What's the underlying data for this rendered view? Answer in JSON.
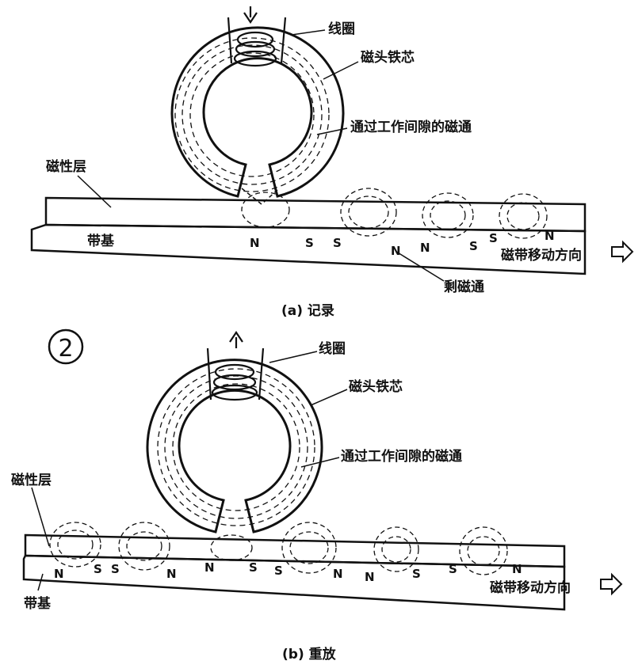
{
  "figure_number": "2",
  "panel_a": {
    "caption": "(a) 记录",
    "labels": {
      "coil": "线圈",
      "head_core": "磁头铁芯",
      "gap_flux": "通过工作间隙的磁通",
      "magnetic_layer": "磁性层",
      "tape_base": "带基",
      "direction": "磁带移动方向",
      "remanent_flux": "剩磁通"
    },
    "poles": [
      "N",
      "S",
      "S",
      "N",
      "N",
      "S",
      "S",
      "N"
    ]
  },
  "panel_b": {
    "caption": "(b) 重放",
    "labels": {
      "coil": "线圈",
      "head_core": "磁头铁芯",
      "gap_flux": "通过工作间隙的磁通",
      "magnetic_layer": "磁性层",
      "tape_base": "带基",
      "direction": "磁带移动方向"
    },
    "poles": [
      "N",
      "S",
      "S",
      "N",
      "N",
      "S",
      "S",
      "N",
      "N",
      "S",
      "S",
      "N"
    ]
  }
}
